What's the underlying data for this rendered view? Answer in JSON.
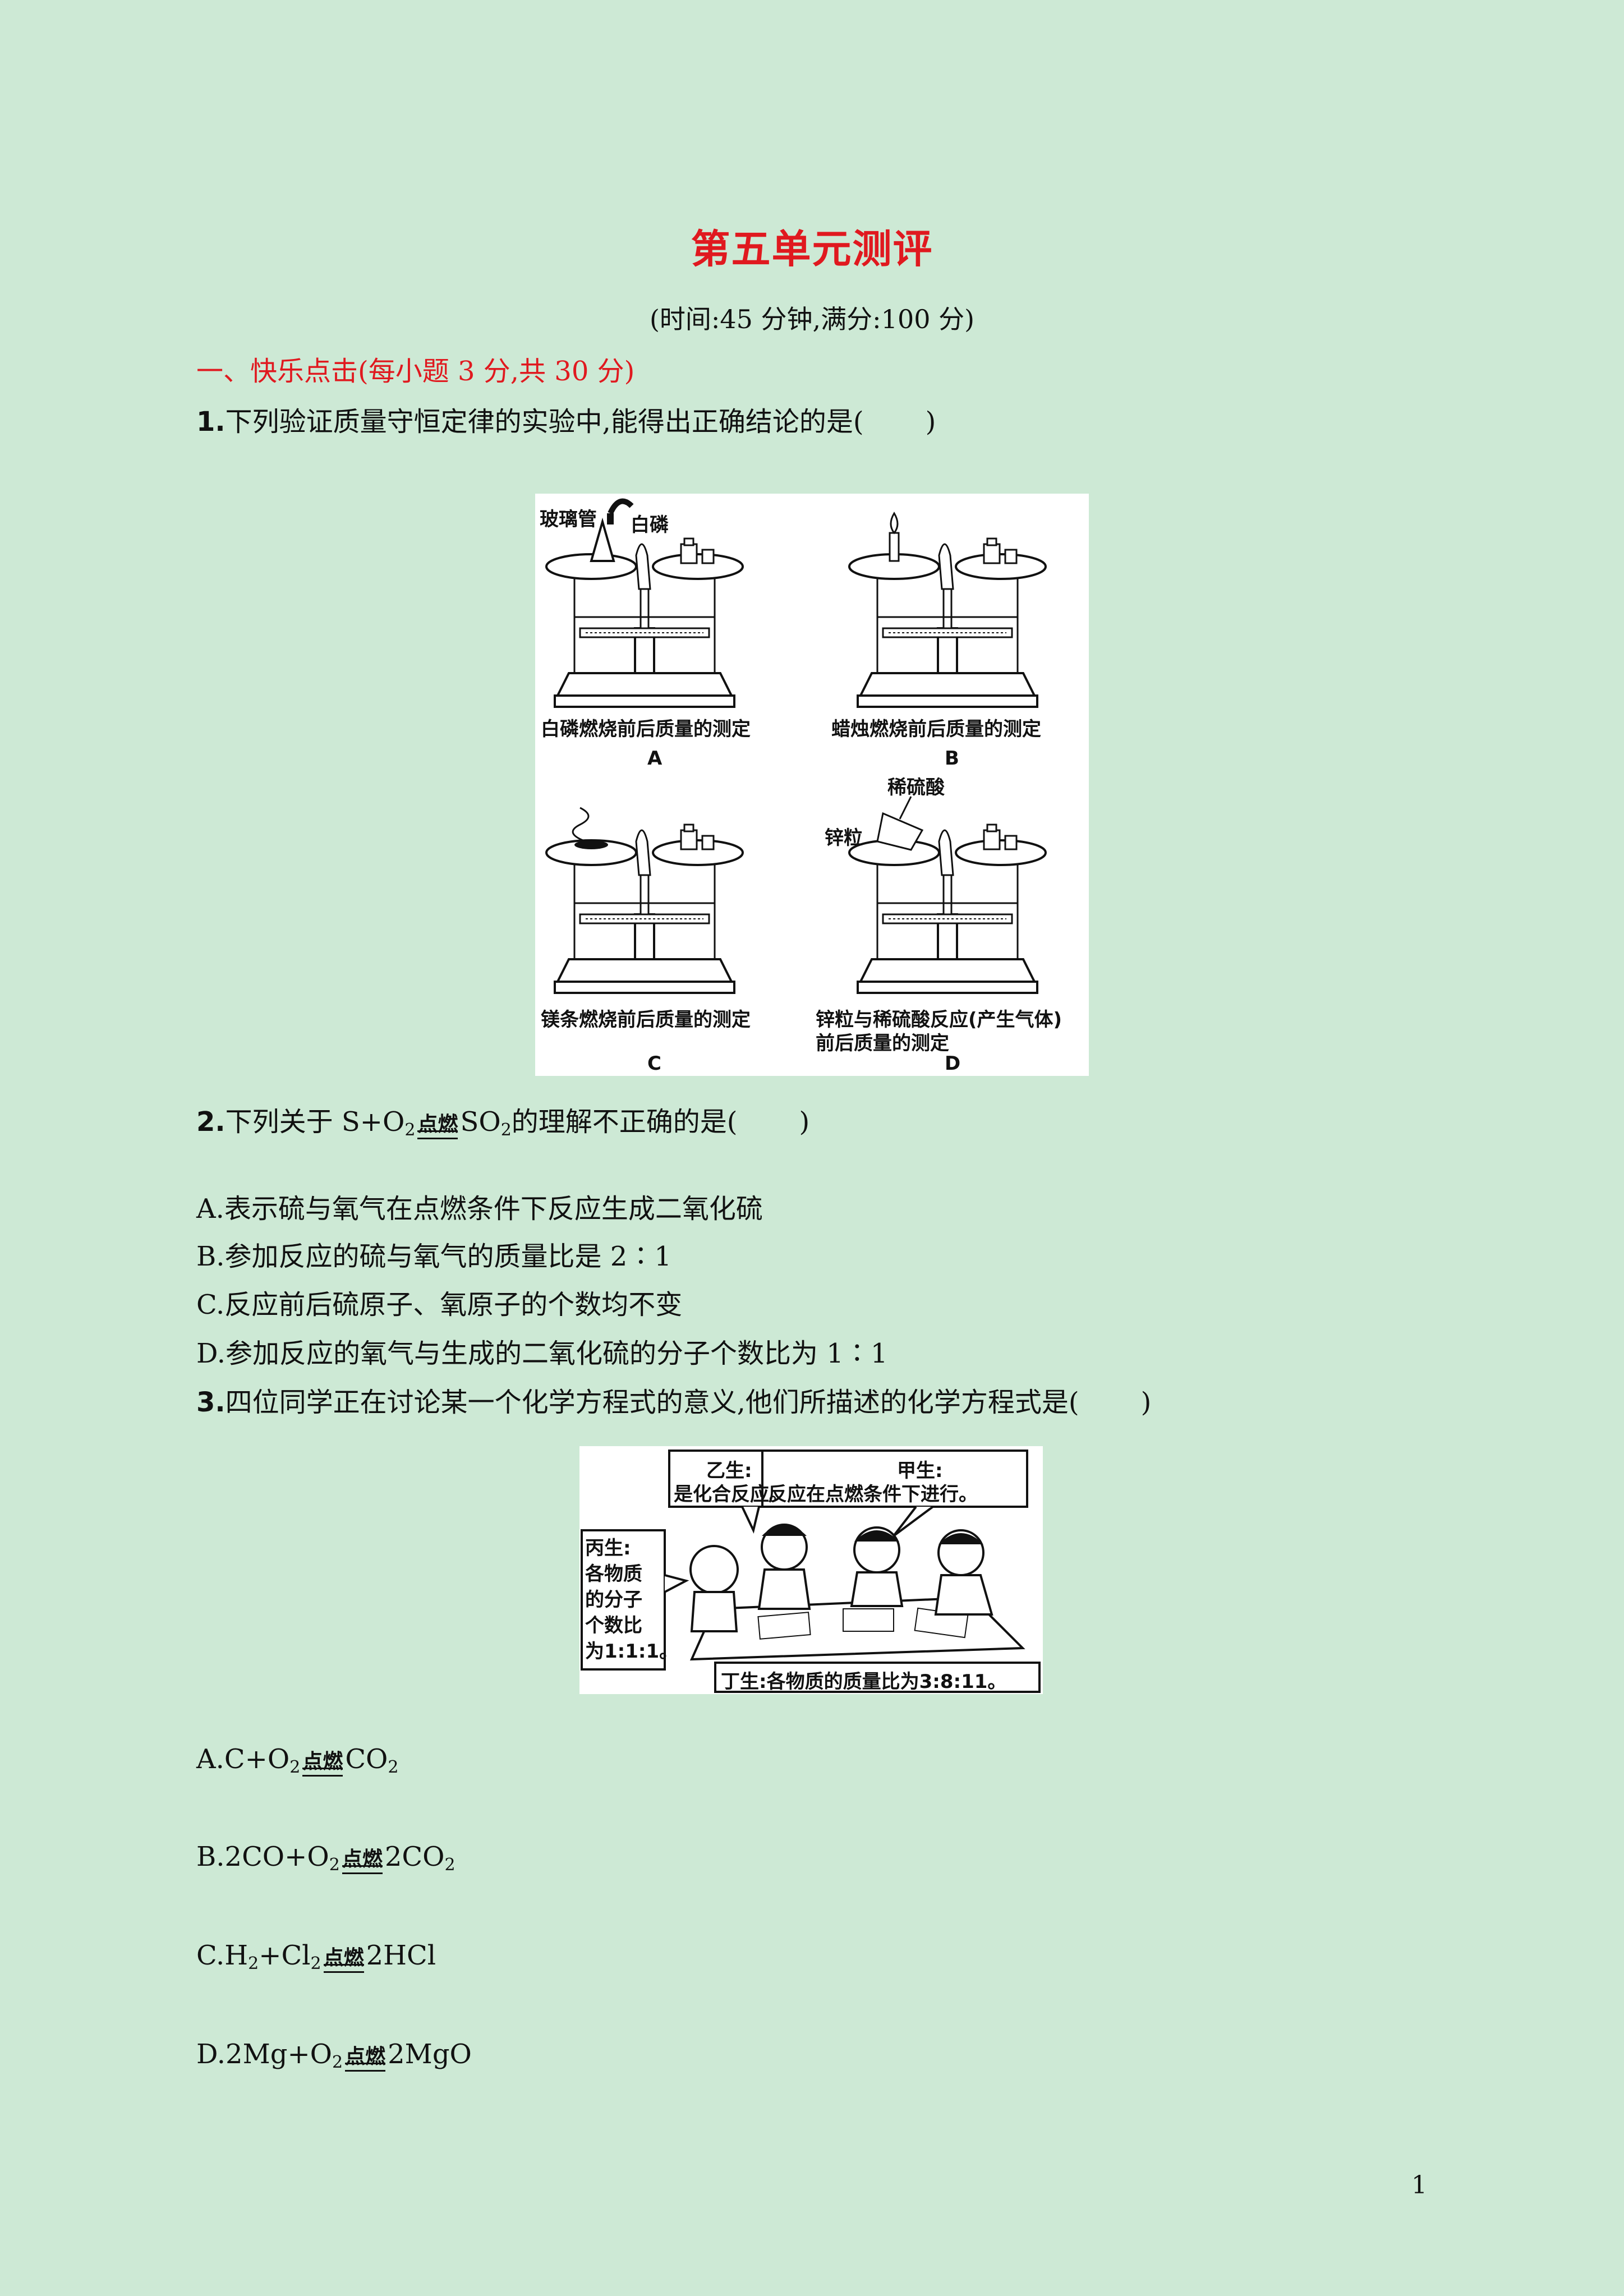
{
  "title": "第五单元测评",
  "subtitle": "(时间:45 分钟,满分:100 分)",
  "section1": "一、快乐点击(每小题 3 分,共 30 分)",
  "q1": {
    "num": "1.",
    "text": "下列验证质量守恒定律的实验中,能得出正确结论的是(",
    "close": ")",
    "figure": {
      "A": {
        "caption": "白磷燃烧前后质量的测定",
        "letter": "A",
        "label1": "玻璃管",
        "label2": "白磷"
      },
      "B": {
        "caption": "蜡烛燃烧前后质量的测定",
        "letter": "B"
      },
      "C": {
        "caption": "镁条燃烧前后质量的测定",
        "letter": "C"
      },
      "D": {
        "caption1": "锌粒与稀硫酸反应(产生气体)",
        "caption2": "前后质量的测定",
        "letter": "D",
        "label1": "稀硫酸",
        "label2": "锌粒"
      }
    }
  },
  "q2": {
    "num": "2.",
    "pre": "下列关于 S+O",
    "cond": "点燃",
    "post_sub": "SO",
    "post": "的理解不正确的是(",
    "close": ")",
    "options": [
      "A.表示硫与氧气在点燃条件下反应生成二氧化硫",
      "B.参加反应的硫与氧气的质量比是 2∶1",
      "C.反应前后硫原子、氧原子的个数均不变",
      "D.参加反应的氧气与生成的二氧化硫的分子个数比为 1∶1"
    ]
  },
  "q3": {
    "num": "3.",
    "text": "四位同学正在讨论某一个化学方程式的意义,他们所描述的化学方程式是(",
    "close": ")",
    "figure": {
      "yi1": "乙生:",
      "yi2": "是化合反应。",
      "jia1": "甲生:",
      "jia2": "反应在点燃条件下进行。",
      "bing": [
        "丙生:",
        "各物质",
        "的分子",
        "个数比",
        "为1:1:1。"
      ],
      "ding": "丁生:各物质的质量比为3:8:11。"
    },
    "options": {
      "A": {
        "letter": "A.",
        "lhs": "C+O",
        "cond": "点燃",
        "rhs": "CO"
      },
      "B": {
        "letter": "B.",
        "lhs": "2CO+O",
        "cond": "点燃",
        "rhs": "2CO"
      },
      "C": {
        "letter": "C.",
        "lhs1": "H",
        "lhs2": "+Cl",
        "cond": "点燃",
        "rhs": "2HCl"
      },
      "D": {
        "letter": "D.",
        "lhs": "2Mg+O",
        "cond": "点燃",
        "rhs": "2MgO"
      }
    }
  },
  "page_number": "1"
}
